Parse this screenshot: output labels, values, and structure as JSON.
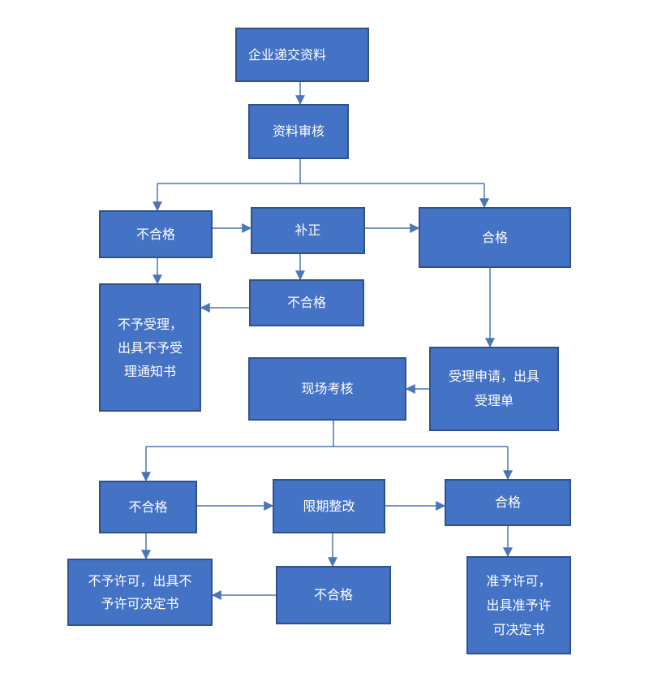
{
  "nodes": {
    "submit_materials": "企业递交资料",
    "material_review": "资料审核",
    "unqualified_1": "不合格",
    "supplement": "补正",
    "qualified_1": "合格",
    "unqualified_2": "不合格",
    "reject_notice": "不予受理，\n出具不予受\n理通知书",
    "accept_application": "受理申请，出具\n受理单",
    "site_inspection": "现场考核",
    "unqualified_3": "不合格",
    "rectify_deadline": "限期整改",
    "qualified_2": "合格",
    "deny_license": "不予许可，出具不\n予许可决定书",
    "unqualified_4": "不合格",
    "grant_license": "准予许可，\n出具准予许\n可决定书"
  },
  "colors": {
    "node_fill": "#4472c4",
    "node_border": "#2f528f",
    "connector": "#4a76b8"
  }
}
